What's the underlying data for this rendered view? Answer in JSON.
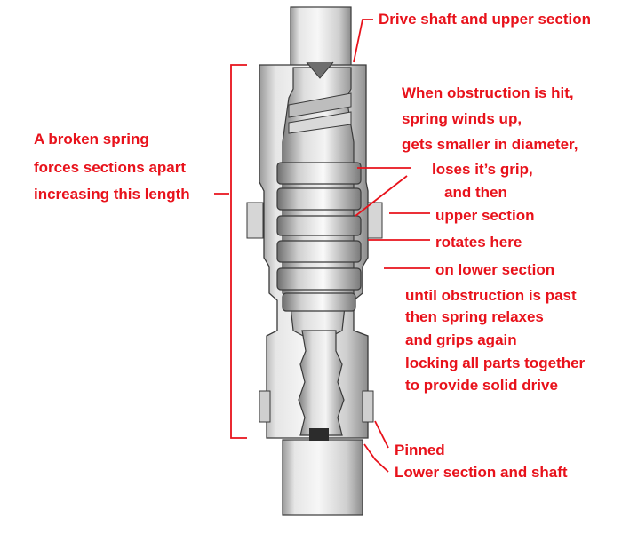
{
  "colors": {
    "annotation": "#e8121b",
    "metal_light": "#f2f2f2",
    "metal_mid": "#c9c9c9",
    "metal_dark": "#8a8a8a",
    "outline": "#3a3a3a"
  },
  "labels": {
    "drive_shaft": "Drive shaft and upper section",
    "broken_spring": [
      "A broken spring",
      "forces sections apart",
      "increasing this length"
    ],
    "obstruction": [
      "When obstruction is hit,",
      "spring winds up,",
      "gets smaller in diameter,",
      "loses it’s grip,",
      "and then"
    ],
    "upper_section": "upper section",
    "rotates_here": "rotates here",
    "lower_section": "on lower section",
    "until_past": [
      "until obstruction is past",
      "then spring relaxes",
      "and grips again",
      "locking all parts together",
      "to provide solid drive"
    ],
    "pinned": "Pinned",
    "lower_shaft": "Lower section and shaft"
  }
}
